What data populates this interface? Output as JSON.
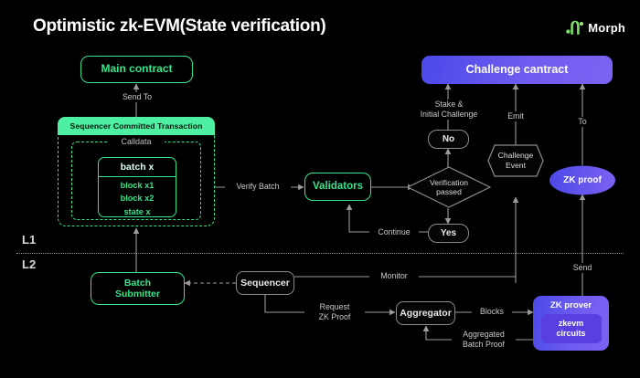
{
  "page": {
    "title": "Optimistic zk-EVM(State verification)",
    "background": "#000000"
  },
  "brand": {
    "name": "Morph",
    "mark_icon": "morph-logo-icon",
    "mark_color": "#7ee06a"
  },
  "layers": {
    "l1_label": "L1",
    "l2_label": "L2"
  },
  "colors": {
    "green": "#35e38a",
    "green_fill": "#4df0a0",
    "purple": "#5d4ff0",
    "line": "#9a9a9a",
    "text": "#ffffff"
  },
  "nodes": {
    "main_contract": {
      "label": "Main contract",
      "style": "green-outline"
    },
    "sequencer_tx": {
      "header": "Sequencer Committed Transaction",
      "calldata_label": "Calldata",
      "batch_title": "batch x",
      "batch_items": [
        "block x1",
        "block x2",
        "state x"
      ]
    },
    "validators": {
      "label": "Validators",
      "style": "green-outline"
    },
    "verification_diamond": {
      "line1": "Verification",
      "line2": "passed"
    },
    "decision_no": {
      "label": "No"
    },
    "decision_yes": {
      "label": "Yes"
    },
    "challenge_contract": {
      "label": "Challenge cantract",
      "style": "purple"
    },
    "challenge_event": {
      "line1": "Challenge",
      "line2": "Event"
    },
    "zk_proof": {
      "label": "ZK proof",
      "style": "purple-ellipse"
    },
    "batch_submitter": {
      "line1": "Batch",
      "line2": "Submitter",
      "style": "green-outline"
    },
    "sequencer": {
      "label": "Sequencer"
    },
    "aggregator": {
      "label": "Aggregator"
    },
    "zk_prover": {
      "label": "ZK prover",
      "inner_line1": "zkevm",
      "inner_line2": "circuits",
      "style": "purple"
    }
  },
  "edges": {
    "send_to": "Send To",
    "verify_batch": "Verify Batch",
    "continue": "Continue",
    "stake_initial": "Stake &",
    "stake_initial_2": "Initial Challenge",
    "emit": "Emit",
    "to": "To",
    "monitor": "Monitor",
    "send": "Send",
    "request_zk_1": "Request",
    "request_zk_2": "ZK Proof",
    "blocks": "Blocks",
    "agg_proof_1": "Aggregated",
    "agg_proof_2": "Batch Proof"
  }
}
